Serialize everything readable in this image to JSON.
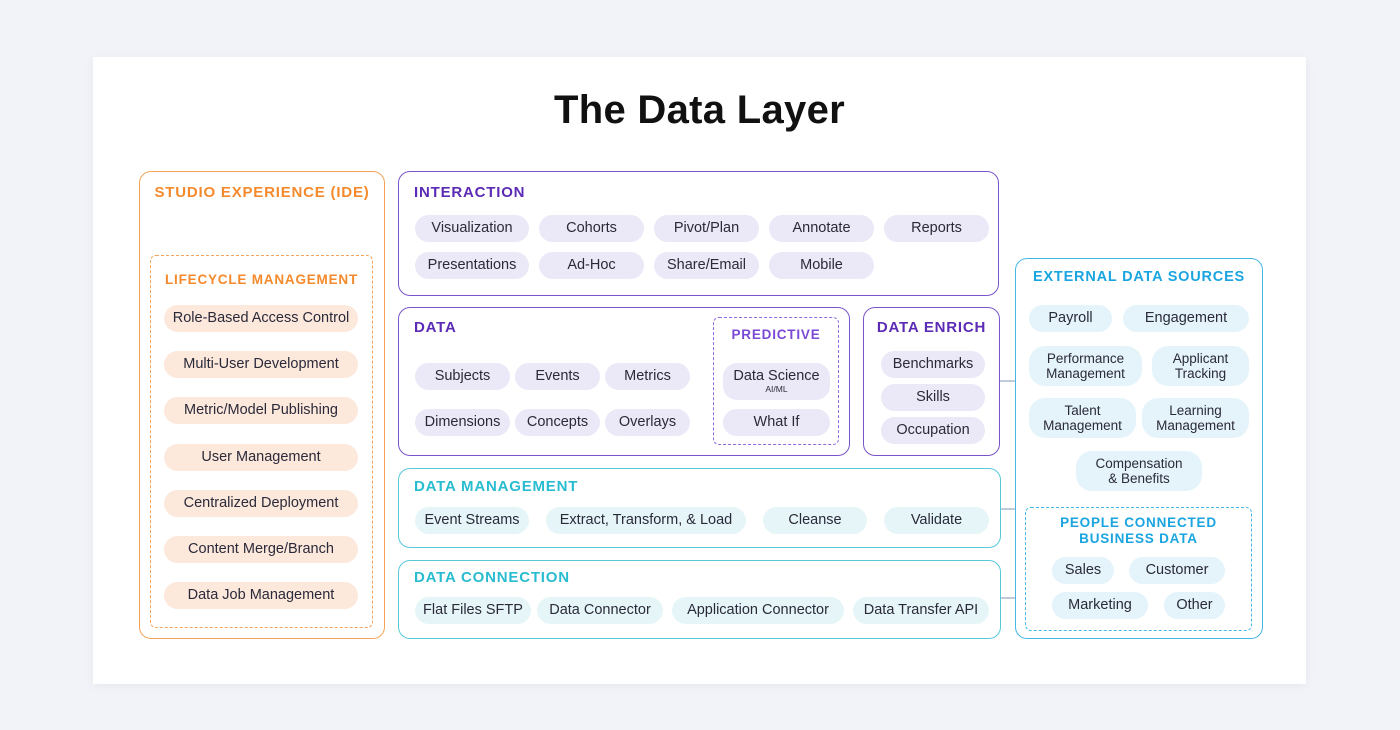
{
  "title": "The Data Layer",
  "studio": {
    "heading": "STUDIO EXPERIENCE (IDE)",
    "lifecycle": {
      "heading": "LIFECYCLE MANAGEMENT",
      "items": [
        "Role-Based Access Control",
        "Multi-User Development",
        "Metric/Model Publishing",
        "User Management",
        "Centralized Deployment",
        "Content Merge/Branch",
        "Data Job Management"
      ]
    }
  },
  "interaction": {
    "heading": "INTERACTION",
    "items": [
      "Visualization",
      "Cohorts",
      "Pivot/Plan",
      "Annotate",
      "Reports",
      "Presentations",
      "Ad-Hoc",
      "Share/Email",
      "Mobile"
    ]
  },
  "data": {
    "heading": "DATA",
    "items": [
      "Subjects",
      "Events",
      "Metrics",
      "Dimensions",
      "Concepts",
      "Overlays"
    ],
    "predictive": {
      "heading": "PREDICTIVE",
      "data_science": "Data Science",
      "data_science_sub": "AI/ML",
      "what_if": "What If"
    }
  },
  "enrich": {
    "heading": "DATA ENRICH",
    "items": [
      "Benchmarks",
      "Skills",
      "Occupation"
    ]
  },
  "management": {
    "heading": "DATA MANAGEMENT",
    "items": [
      "Event Streams",
      "Extract, Transform, & Load",
      "Cleanse",
      "Validate"
    ]
  },
  "connection": {
    "heading": "DATA CONNECTION",
    "items": [
      "Flat Files SFTP",
      "Data Connector",
      "Application Connector",
      "Data Transfer API"
    ]
  },
  "external": {
    "heading": "EXTERNAL DATA SOURCES",
    "items": [
      {
        "l1": "Payroll",
        "l2": ""
      },
      {
        "l1": "Engagement",
        "l2": ""
      },
      {
        "l1": "Performance",
        "l2": "Management"
      },
      {
        "l1": "Applicant",
        "l2": "Tracking"
      },
      {
        "l1": "Talent",
        "l2": "Management"
      },
      {
        "l1": "Learning",
        "l2": "Management"
      },
      {
        "l1": "Compensation",
        "l2": "& Benefits"
      }
    ],
    "people": {
      "heading": "PEOPLE CONNECTED BUSINESS DATA",
      "items": [
        "Sales",
        "Customer",
        "Marketing",
        "Other"
      ]
    }
  },
  "colors": {
    "orange": "#f58a2c",
    "purple": "#5b2bb5",
    "violet": "#7a49d6",
    "teal": "#29bcd0",
    "blue": "#1aa5e0"
  }
}
